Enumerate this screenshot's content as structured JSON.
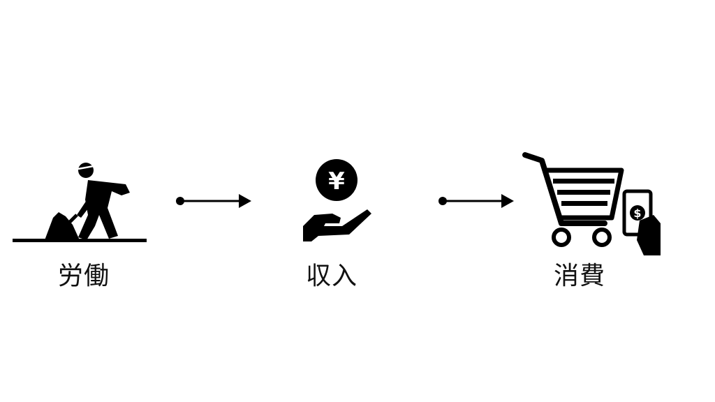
{
  "flow": {
    "steps": [
      {
        "label": "労働",
        "icon": "worker-digging-icon"
      },
      {
        "label": "収入",
        "icon": "yen-coin-hand-icon"
      },
      {
        "label": "消費",
        "icon": "shopping-cart-payment-icon"
      }
    ],
    "coin_symbol": "¥",
    "bill_symbol": "$"
  }
}
